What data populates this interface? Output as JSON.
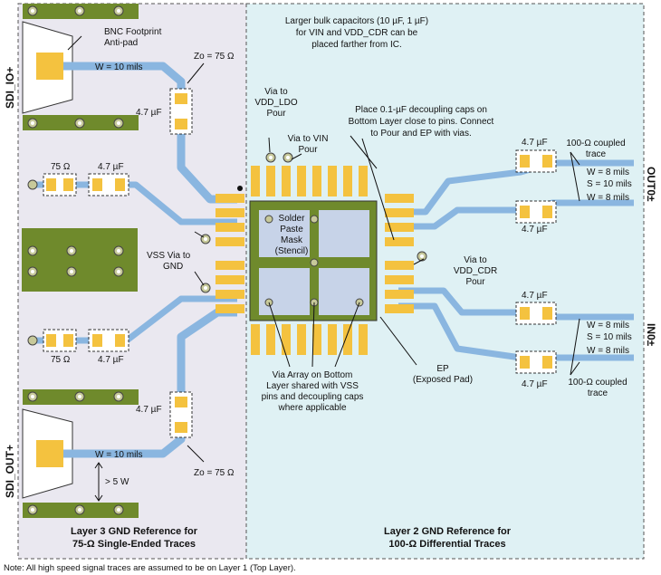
{
  "colors": {
    "left_region": "#eae8f0",
    "right_region": "#dff1f4",
    "trace": "#8ab6e0",
    "pad": "#f4c23f",
    "board": "#6f8a2c",
    "via_ring": "#c7c99a"
  },
  "labels": {
    "bnc_footprint": [
      "BNC Footprint",
      "Anti-pad"
    ],
    "zo_top": "Zo = 75 Ω",
    "w_top": "W = 10 mils",
    "cap_top": "4.7 µF",
    "r_left_top": "75 Ω",
    "cap_left_top": "4.7 µF",
    "vss_via": [
      "VSS Via to",
      "GND"
    ],
    "r_left_bot": "75 Ω",
    "cap_left_bot": "4.7 µF",
    "cap_bot": "4.7 µF",
    "w_bot": "W = 10 mils",
    "gt5w": "> 5 W",
    "zo_bot": "Zo = 75 Ω",
    "bulk_caps": [
      "Larger bulk capacitors (10 µF, 1 µF)",
      "for VIN and VDD_CDR can be",
      "placed farther from IC."
    ],
    "via_ldo": [
      "Via to",
      "VDD_LDO",
      "Pour"
    ],
    "via_vin": [
      "Via to VIN",
      "Pour"
    ],
    "decoupling": [
      "Place 0.1-µF decoupling caps on",
      "Bottom Layer close to pins. Connect",
      "to Pour and EP with vias."
    ],
    "paste_mask": [
      "Solder",
      "Paste",
      "Mask",
      "(Stencil)"
    ],
    "via_cdr": [
      "Via to",
      "VDD_CDR",
      "Pour"
    ],
    "via_array": [
      "Via Array on Bottom",
      "Layer shared with VSS",
      "pins and decoupling caps",
      "where applicable"
    ],
    "ep": [
      "EP",
      "(Exposed Pad)"
    ],
    "out_cap_top": "4.7 µF",
    "out_cap_bot": "4.7 µF",
    "out_coupled": [
      "100-Ω coupled",
      "trace"
    ],
    "out_w1": "W = 8 mils",
    "out_s": "S = 10 mils",
    "out_w2": "W = 8 mils",
    "in_cap_top": "4.7 µF",
    "in_cap_bot": "4.7 µF",
    "in_w1": "W = 8 mils",
    "in_s": "S = 10 mils",
    "in_w2": "W = 8 mils",
    "in_coupled": [
      "100-Ω coupled",
      "trace"
    ],
    "side_sdi_io": "SDI_IO+",
    "side_sdi_out": "SDI_OUT+",
    "side_out0": "OUT0±",
    "side_in0": "IN0±",
    "layer3": [
      "Layer 3 GND Reference for",
      "75-Ω Single-Ended Traces"
    ],
    "layer2": [
      "Layer 2 GND Reference for",
      "100-Ω Differential Traces"
    ],
    "note": "Note: All high speed signal traces are assumed to be on Layer 1 (Top Layer)."
  }
}
